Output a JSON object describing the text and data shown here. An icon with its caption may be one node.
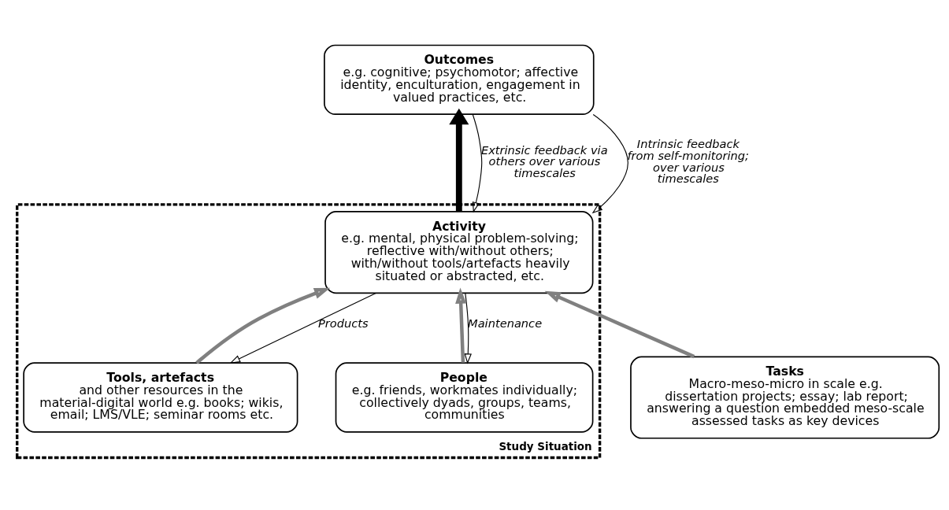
{
  "diagram": {
    "nodes": [
      {
        "text": [
          "Study Situation"
        ]
      },
      {
        "text": [
          "Outcomes",
          "e.g. cognitive; psychomotor; affective identity, enculturation, engagement in valued practices, etc."
        ]
      },
      {
        "text": [
          "Activity",
          "e.g. mental, physical problem-solving; reflective with/without others; with/without tools/artefacts heavily situated or abstracted, etc."
        ],
        "in": 0
      },
      {
        "text": [
          "People",
          "e.g. friends, workmates individually; collectively dyads, groups, teams, communities"
        ],
        "in": 0
      },
      {
        "text": [
          "Tools, artefacts",
          "and other resources in the material-digital world e.g. books; wikis, email; LMS/VLE; seminar rooms etc."
        ],
        "in": 0
      },
      {
        "text": [
          "Tasks",
          "Macro-meso-micro in scale e.g. dissertation projects; essay; lab report; answering a question embedded meso-scale assessed tasks as key devices"
        ]
      }
    ],
    "edges": [
      {
        "from": 2,
        "to": 1,
        "arrow": "to",
        "style": "thick"
      },
      {
        "from": 1,
        "to": 2,
        "arrow": "to",
        "label": "Extrinsic feedback via others over various timescales"
      },
      {
        "from": 1,
        "to": 2,
        "arrow": "to",
        "label": "Intrinsic feedback from self-monitoring; over various timescales"
      },
      {
        "from": 3,
        "to": 2,
        "arrow": "to",
        "style": "thick",
        "color": "#808080"
      },
      {
        "from": 4,
        "to": 2,
        "arrow": "to",
        "style": "thick",
        "color": "#808080"
      },
      {
        "from": 5,
        "to": 2,
        "arrow": "to",
        "style": "thick",
        "color": "#808080"
      },
      {
        "from": 2,
        "to": 3,
        "arrow": "to",
        "label": "Maintenance"
      },
      {
        "from": 2,
        "to": 4,
        "arrow": "to",
        "label": "Products"
      }
    ]
  }
}
